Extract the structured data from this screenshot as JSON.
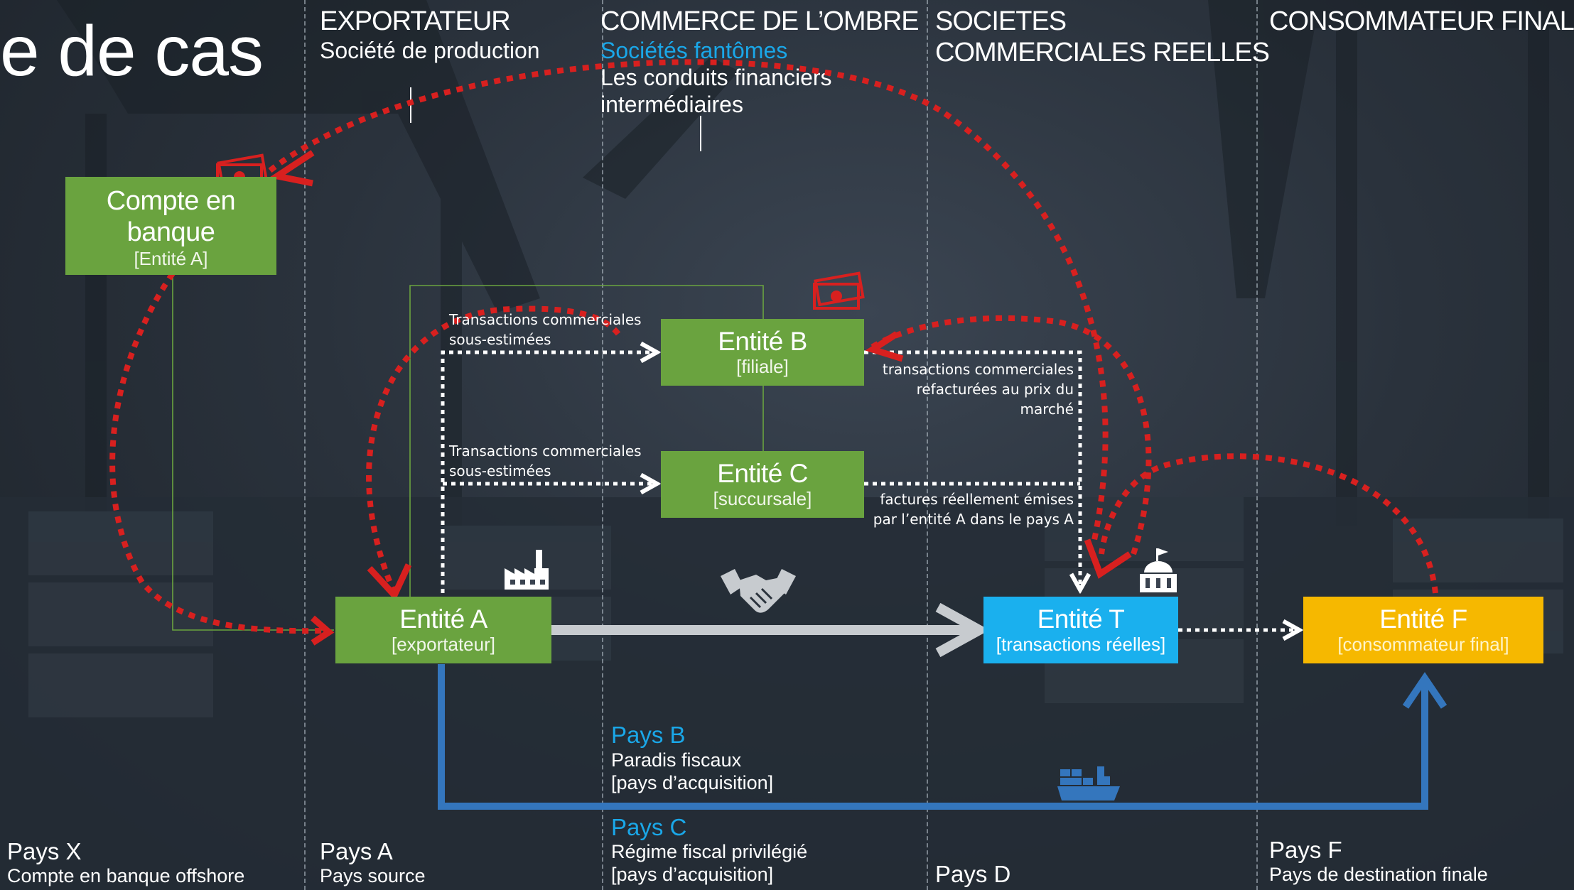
{
  "title": "e de cas",
  "columns": {
    "exportateur": {
      "heading": "EXPORTATEUR",
      "subtitle": "Société de production"
    },
    "commerce": {
      "heading": "COMMERCE DE L’OMBRE",
      "highlight": "Sociétés fantômes",
      "subtitle_line1": "Les conduits financiers",
      "subtitle_line2": "intermédiaires"
    },
    "societes": {
      "heading_line1": "SOCIETES",
      "heading_line2": "COMMERCIALES REELLES"
    },
    "consommateur": {
      "heading": "CONSOMMATEUR FINAL"
    }
  },
  "boxes": {
    "bank": {
      "line1": "Compte en",
      "line2": "banque",
      "sub": "[Entité A]",
      "color": "#6aa33f"
    },
    "entity_a": {
      "name": "Entité A",
      "sub": "[exportateur]",
      "color": "#6aa33f"
    },
    "entity_b": {
      "name": "Entité B",
      "sub": "[filiale]",
      "color": "#6aa33f"
    },
    "entity_c": {
      "name": "Entité C",
      "sub": "[succursale]",
      "color": "#6aa33f"
    },
    "entity_t": {
      "name": "Entité T",
      "sub": "[transactions réelles]",
      "color": "#1ab0ee"
    },
    "entity_f": {
      "name": "Entité F",
      "sub": "[consommateur final]",
      "color": "#f6b800"
    }
  },
  "flow_labels": {
    "to_b_line1": "Transactions commerciales",
    "to_b_line2": "sous-estimées",
    "to_c_line1": "Transactions commerciales",
    "to_c_line2": "sous-estimées",
    "from_b_line1": "transactions commerciales",
    "from_b_line2": "refacturées au prix du",
    "from_b_line3": "marché",
    "from_c_line1": "factures réellement émises",
    "from_c_line2": "par l’entité A dans le pays A"
  },
  "countries": {
    "pays_b": {
      "name": "Pays B",
      "line1": "Paradis fiscaux",
      "line2": "[pays d’acquisition]"
    },
    "pays_c": {
      "name": "Pays C",
      "line1": "Régime fiscal privilégié",
      "line2": "[pays d’acquisition]"
    },
    "pays_x": {
      "name": "Pays X",
      "line1": "Compte en banque offshore"
    },
    "pays_a": {
      "name": "Pays A",
      "line1": "Pays source"
    },
    "pays_d": {
      "name": "Pays D"
    },
    "pays_f": {
      "name": "Pays F",
      "line1": "Pays de destination finale"
    }
  },
  "icons": [
    "money-icon",
    "factory-icon",
    "handshake-icon",
    "government-building-icon",
    "cargo-ship-icon"
  ],
  "colors": {
    "red_flow": "#d8201f",
    "blue_route": "#3476bd",
    "grey_arrow": "#c7cbcf",
    "white_dotted": "#ffffff",
    "cyan_text": "#1aa7e8"
  }
}
